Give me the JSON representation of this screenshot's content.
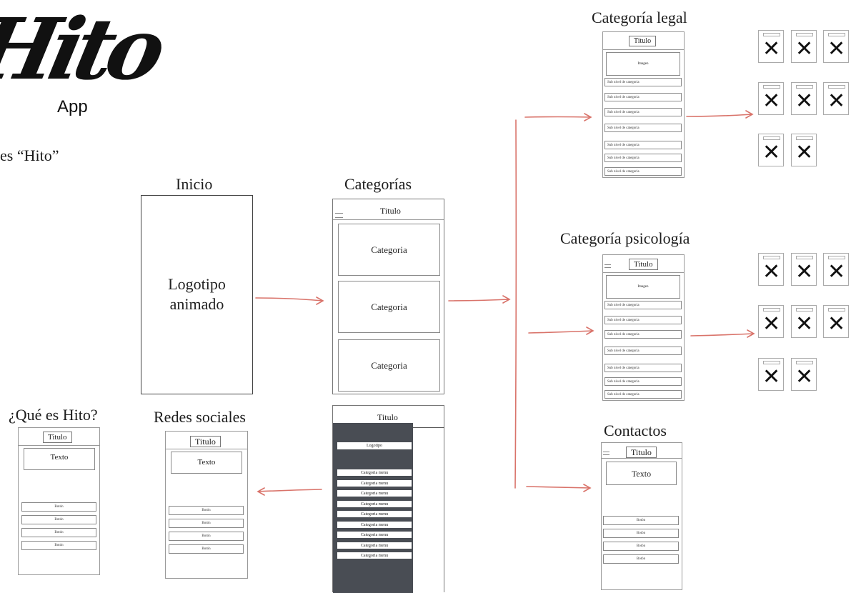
{
  "logo": {
    "script_text": "Hito",
    "app_text": "App"
  },
  "partial_label": "es “Hito”",
  "colors": {
    "arrow": "#d9736a",
    "menu_bg": "#494d54",
    "frame_border": "#777777"
  },
  "inicio": {
    "heading": "Inicio",
    "content": "Logotipo animado"
  },
  "categorias": {
    "heading": "Categorías",
    "title": "Titulo",
    "items": [
      "Categoria",
      "Categoria",
      "Categoria"
    ]
  },
  "menu_screen": {
    "title": "Titulo",
    "logo": "Logotipo",
    "items": [
      "Categoria menu",
      "Categoria menu",
      "Categoria menu",
      "Categoria menu",
      "Categoria menu",
      "Categoria menu",
      "Categoria menu",
      "Categoria menu",
      "Categoria menu"
    ]
  },
  "que_es": {
    "heading": "¿Qué es Hito?",
    "title": "Titulo",
    "text": "Texto",
    "buttons": [
      "Botón",
      "Botón",
      "Botón",
      "Botón"
    ]
  },
  "redes": {
    "heading": "Redes sociales",
    "title": "Titulo",
    "text": "Texto",
    "buttons": [
      "Botón",
      "Botón",
      "Botón",
      "Botón"
    ]
  },
  "legal": {
    "heading": "Categoría legal",
    "title": "Titulo",
    "image": "Imagen",
    "sub_items": [
      "Sub nivel de categoria",
      "Sub nivel de categoria",
      "Sub nivel de categoria",
      "Sub nivel de categoria",
      "Sub nivel de categoria",
      "Sub nivel de categoria",
      "Sub nivel de categoria"
    ]
  },
  "psico": {
    "heading": "Categoría psicología",
    "title": "Titulo",
    "image": "Imagen",
    "sub_items": [
      "Sub nivel de categoria",
      "Sub nivel de categoria",
      "Sub nivel de categoria",
      "Sub nivel de categoria",
      "Sub nivel de categoria",
      "Sub nivel de categoria",
      "Sub nivel de categoria"
    ]
  },
  "contactos": {
    "heading": "Contactos",
    "title": "Titulo",
    "text": "Texto",
    "buttons": [
      "Botón",
      "Botón",
      "Botón",
      "Botón"
    ]
  },
  "thumb_icon": "x-placeholder-icon",
  "thumb_glyph": "✕"
}
